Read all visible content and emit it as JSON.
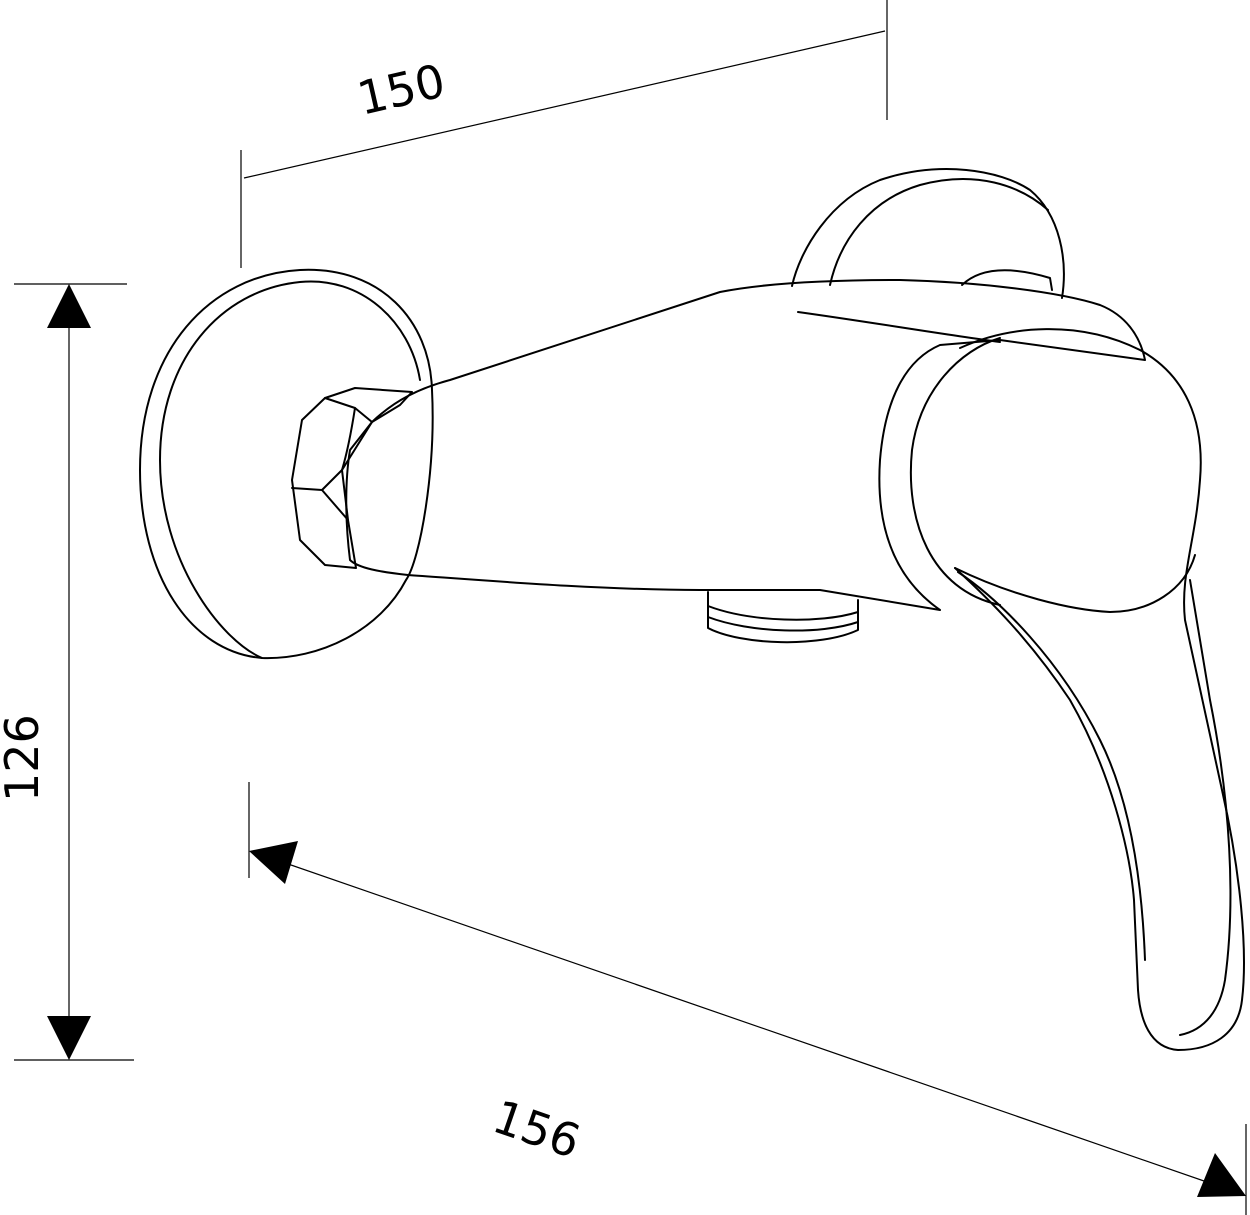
{
  "dimensions": {
    "width_top": "150",
    "height_left": "126",
    "depth_bottom": "156"
  },
  "colors": {
    "line": "#000000",
    "background": "#ffffff"
  }
}
